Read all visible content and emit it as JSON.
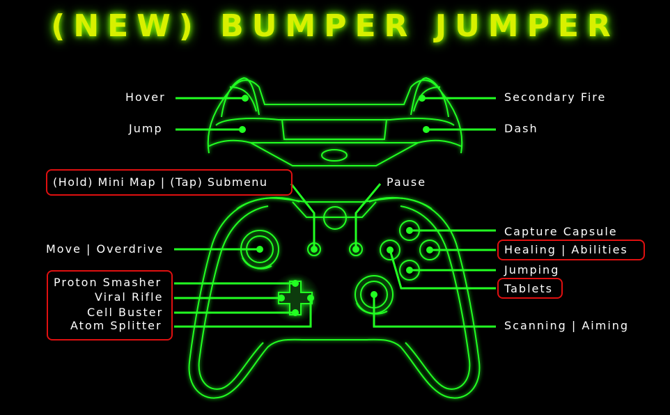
{
  "title": "(NEW) BUMPER JUMPER",
  "colors": {
    "neon": "#22ff22",
    "glow": "#1aff00",
    "title": "#d8f000",
    "highlight": "#e01010",
    "text": "#ffffff"
  },
  "labels": {
    "hover": "Hover",
    "jump": "Jump",
    "secondary_fire": "Secondary Fire",
    "dash": "Dash",
    "mini_map": "(Hold) Mini Map | (Tap) Submenu",
    "pause": "Pause",
    "move": "Move | Overdrive",
    "capture": "Capture Capsule",
    "healing": "Healing | Abilities",
    "jumping": "Jumping",
    "tablets": "Tablets",
    "proton": "Proton Smasher",
    "viral": "Viral Rifle",
    "cell": "Cell Buster",
    "atom": "Atom Splitter",
    "scanning": "Scanning | Aiming"
  }
}
